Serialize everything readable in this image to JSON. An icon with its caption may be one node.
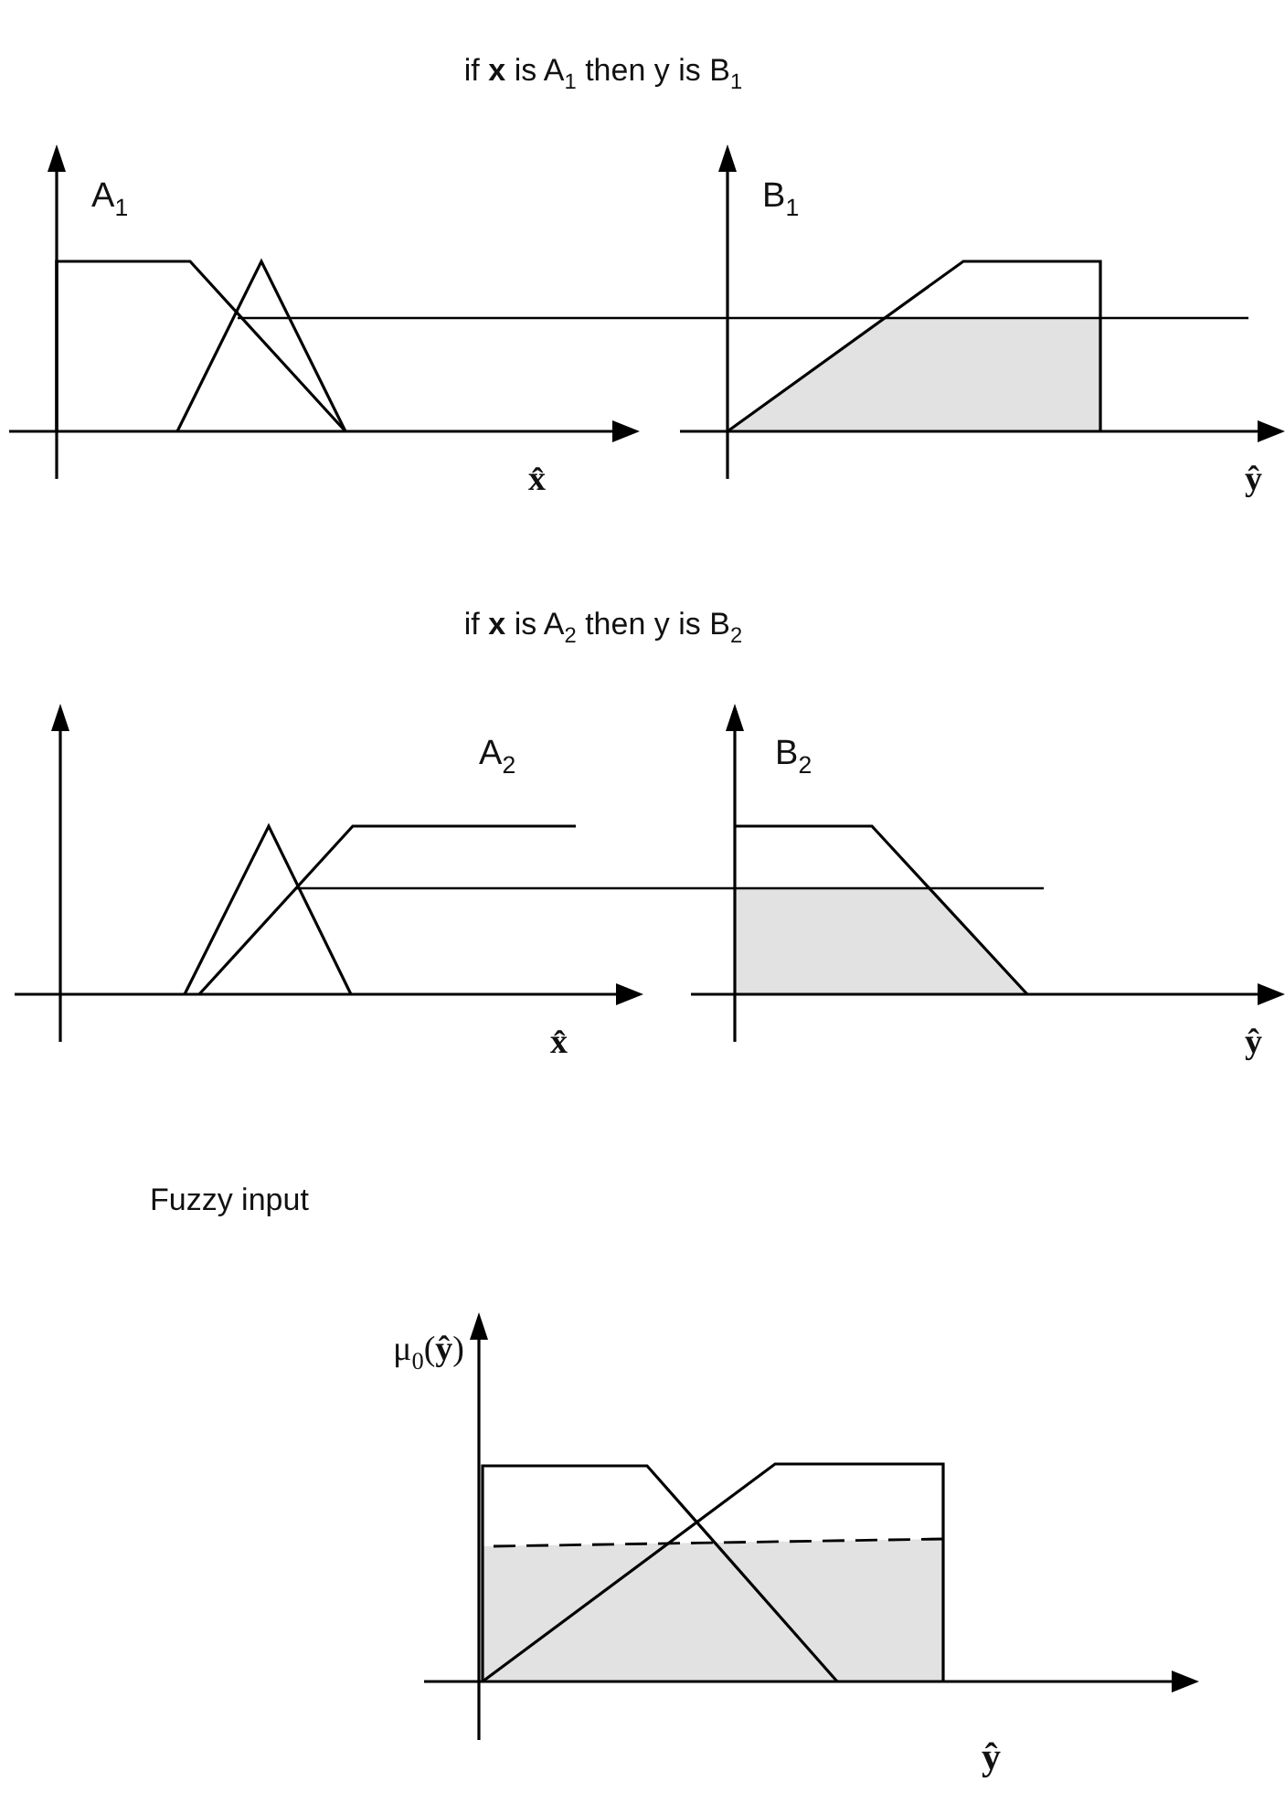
{
  "diagram": {
    "labels": [
      "if **x** is A$_{1}$ then y is B$_{1}$",
      "A$_{1}$",
      "B$_{1}$",
      "x̂",
      "ŷ",
      "if **x** is A$_{2}$ then y is B$_{2}$",
      "A$_{2}$",
      "B$_{2}$",
      "x̂",
      "ŷ",
      "Fuzzy input",
      "μ$_{0}$(**ŷ**)",
      "ŷ"
    ]
  }
}
